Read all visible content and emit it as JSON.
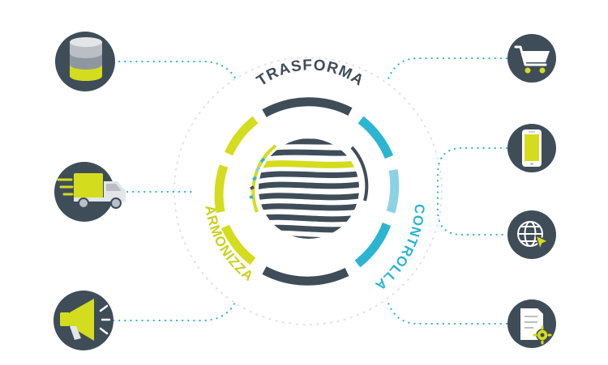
{
  "labels": {
    "top": "TRASFORMA",
    "left": "ARMONIZZA",
    "right": "CONTROLLA"
  },
  "colors": {
    "dark": "#3f4d59",
    "yellow": "#d4dc1e",
    "cyan": "#2bb5d3",
    "gray": "#b9bfc4",
    "light_gray": "#e3e6e8",
    "dots": "#2bb5d3"
  },
  "nodes": {
    "left": [
      {
        "id": "database",
        "icon": "database-icon"
      },
      {
        "id": "truck",
        "icon": "delivery-truck-icon"
      },
      {
        "id": "megaphone",
        "icon": "megaphone-icon"
      }
    ],
    "right": [
      {
        "id": "cart",
        "icon": "shopping-cart-icon"
      },
      {
        "id": "phone",
        "icon": "smartphone-icon"
      },
      {
        "id": "web",
        "icon": "globe-cursor-icon"
      },
      {
        "id": "document",
        "icon": "document-gear-icon"
      }
    ]
  }
}
